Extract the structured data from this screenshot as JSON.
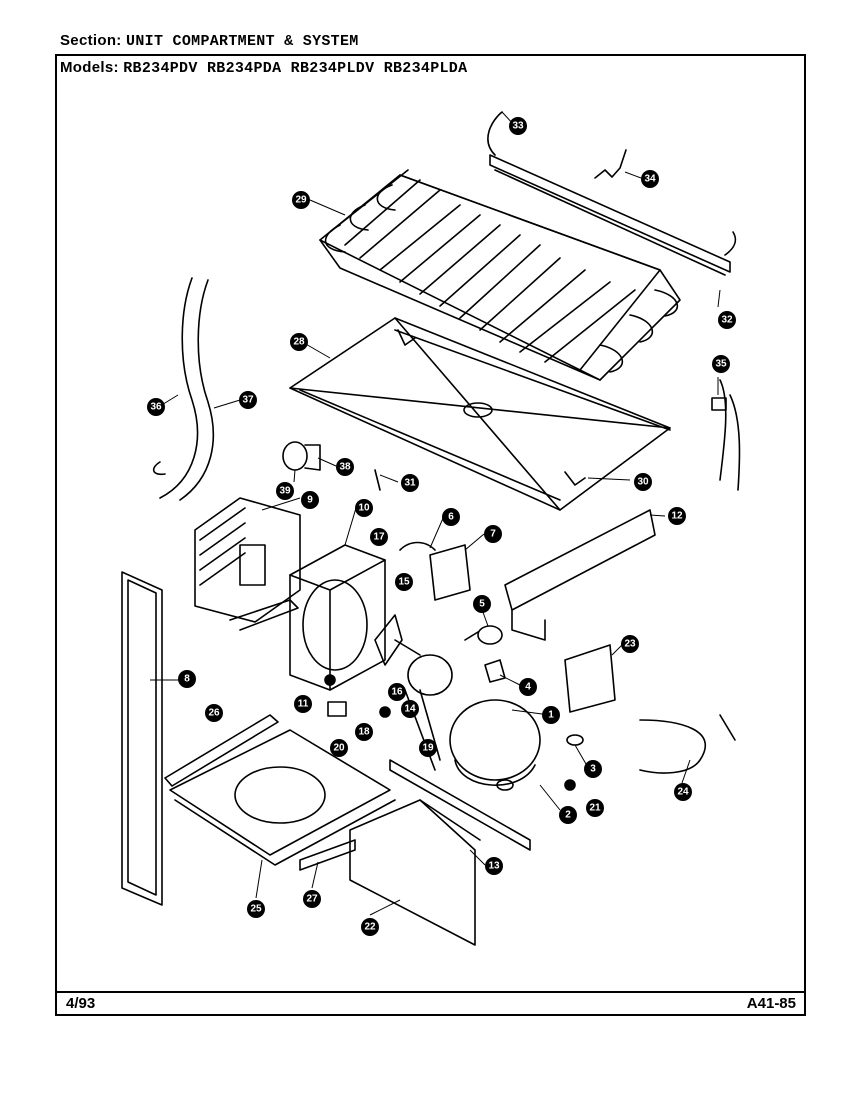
{
  "header": {
    "section_label": "Section:",
    "section_value": "UNIT COMPARTMENT & SYSTEM",
    "models_label": "Models:",
    "models_value": "RB234PDV RB234PDA RB234PLDV RB234PLDA"
  },
  "footer": {
    "date": "4/93",
    "page_code": "A41-85"
  },
  "callouts": [
    "1",
    "2",
    "3",
    "4",
    "5",
    "6",
    "7",
    "8",
    "9",
    "10",
    "11",
    "12",
    "13",
    "14",
    "15",
    "16",
    "17",
    "18",
    "19",
    "20",
    "21",
    "22",
    "23",
    "24",
    "25",
    "26",
    "27",
    "28",
    "29",
    "30",
    "31",
    "32",
    "33",
    "34",
    "35",
    "36",
    "37",
    "38",
    "39"
  ]
}
